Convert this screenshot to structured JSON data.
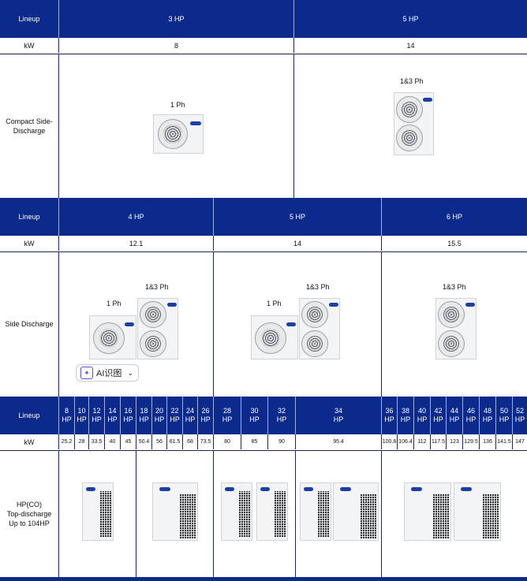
{
  "section1": {
    "lineup": "Lineup",
    "kw_label": "kW",
    "cols": [
      {
        "hp": "3 HP",
        "kw": "8"
      },
      {
        "hp": "5 HP",
        "kw": "14"
      }
    ],
    "row_label": "Compact Side-Discharge",
    "phases": [
      "1 Ph",
      "1&3 Ph"
    ]
  },
  "section2": {
    "lineup": "Lineup",
    "kw_label": "kW",
    "cols": [
      {
        "hp": "4 HP",
        "kw": "12.1"
      },
      {
        "hp": "5 HP",
        "kw": "14"
      },
      {
        "hp": "6 HP",
        "kw": "15.5"
      }
    ],
    "row_label": "Side Discharge",
    "phases": {
      "single": "1 Ph",
      "three": "1&3 Ph"
    }
  },
  "section3": {
    "lineup": "Lineup",
    "kw_label": "kW",
    "hp_unit": "HP",
    "cols": [
      {
        "hp": "8",
        "kw": "25.2"
      },
      {
        "hp": "10",
        "kw": "28"
      },
      {
        "hp": "12",
        "kw": "33.5"
      },
      {
        "hp": "14",
        "kw": "40"
      },
      {
        "hp": "16",
        "kw": "45"
      },
      {
        "hp": "18",
        "kw": "50.4"
      },
      {
        "hp": "20",
        "kw": "56"
      },
      {
        "hp": "22",
        "kw": "61.5"
      },
      {
        "hp": "24",
        "kw": "68"
      },
      {
        "hp": "26",
        "kw": "73.5"
      },
      {
        "hp": "28",
        "kw": "80"
      },
      {
        "hp": "30",
        "kw": "85"
      },
      {
        "hp": "32",
        "kw": "90"
      },
      {
        "hp": "34",
        "kw": "95.4"
      },
      {
        "hp": "36",
        "kw": "100.8"
      },
      {
        "hp": "38",
        "kw": "106.4"
      },
      {
        "hp": "40",
        "kw": "112"
      },
      {
        "hp": "42",
        "kw": "117.5"
      },
      {
        "hp": "44",
        "kw": "123"
      },
      {
        "hp": "46",
        "kw": "129.5"
      },
      {
        "hp": "48",
        "kw": "136"
      },
      {
        "hp": "50",
        "kw": "141.5"
      },
      {
        "hp": "52",
        "kw": "147"
      }
    ],
    "row_label_lines": [
      "HP(CO)",
      "Top-discharge",
      "Up to 104HP"
    ]
  },
  "overlay": {
    "ai_button_label": "AI识图",
    "icon": "sparkle-icon"
  },
  "colors": {
    "header_bg": "#0b2a8c",
    "logo": "#1b3fa7"
  }
}
